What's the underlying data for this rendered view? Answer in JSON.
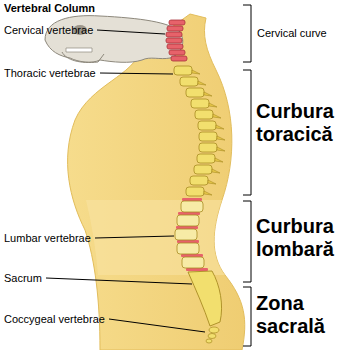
{
  "diagram": {
    "title": "Vertebral Column",
    "labels": [
      "Cervical vertebrae",
      "Thoracic vertebrae",
      "Lumbar vertebrae",
      "Sacrum",
      "Coccygeal vertebrae",
      "Cervical curve",
      "Curbura toracică",
      "Curbura lombară",
      "Zona sacrală"
    ]
  }
}
